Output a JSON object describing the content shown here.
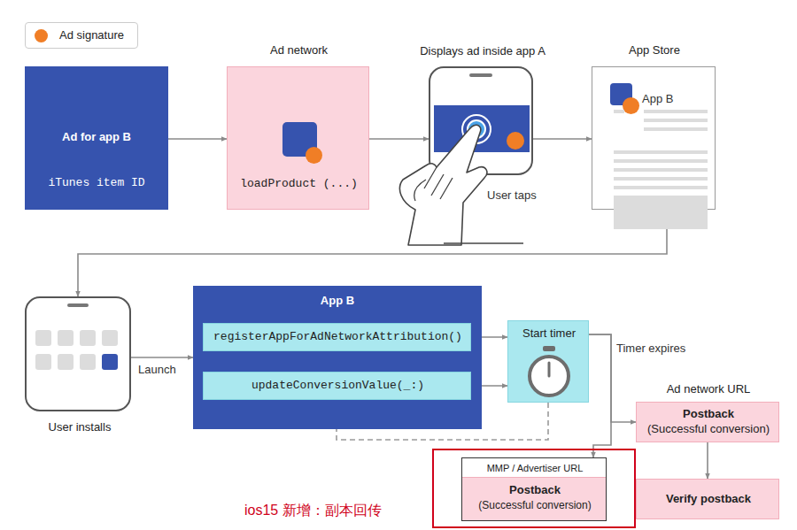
{
  "diagram": {
    "nodes": [
      {
        "text": [
          "Ad for app B",
          "iTunes item ID"
        ]
      },
      {
        "text": [
          "Ad network",
          "loadProduct (...)"
        ]
      },
      {
        "text": [
          "Displays ad inside app A",
          "User taps"
        ]
      },
      {
        "text": [
          "App Store",
          "App B"
        ]
      },
      {
        "text": [
          "User installs"
        ]
      },
      {
        "text": [
          "App B"
        ]
      },
      {
        "text": [
          "registerAppForAdNetworkAttribution()"
        ],
        "in": 5
      },
      {
        "text": [
          "updateConversionValue(_:)"
        ],
        "in": 5
      },
      {
        "text": [
          "Start timer"
        ]
      },
      {
        "text": [
          "Ad network URL",
          "Postback",
          "(Successful conversion)"
        ]
      },
      {
        "text": [
          "Verify postback"
        ]
      },
      {
        "text": [
          "ios15 新增：副本回传"
        ]
      },
      {
        "text": [
          "MMP / Advertiser URL",
          "Postback",
          "(Successful conversion)"
        ],
        "in": 11
      }
    ],
    "edges": [
      {
        "from": 0,
        "to": 1,
        "arrow": "to"
      },
      {
        "from": 1,
        "to": 2,
        "arrow": "to"
      },
      {
        "from": 2,
        "to": 3,
        "arrow": "to"
      },
      {
        "from": 3,
        "to": 4,
        "arrow": "to"
      },
      {
        "from": 4,
        "to": 5,
        "label": "Launch",
        "arrow": "to"
      },
      {
        "from": 6,
        "to": 8,
        "arrow": "to"
      },
      {
        "from": 7,
        "to": 8,
        "arrow": "to"
      },
      {
        "from": 8,
        "to": 9,
        "label": "Timer expires",
        "arrow": "to"
      },
      {
        "from": 8,
        "to": 12,
        "arrow": "to"
      },
      {
        "from": 9,
        "to": 10,
        "arrow": "to"
      },
      {
        "from": 8,
        "to": 7,
        "arrow": "to"
      }
    ],
    "legend": [
      {
        "text": "Ad signature",
        "color": "#f07e26"
      }
    ]
  }
}
